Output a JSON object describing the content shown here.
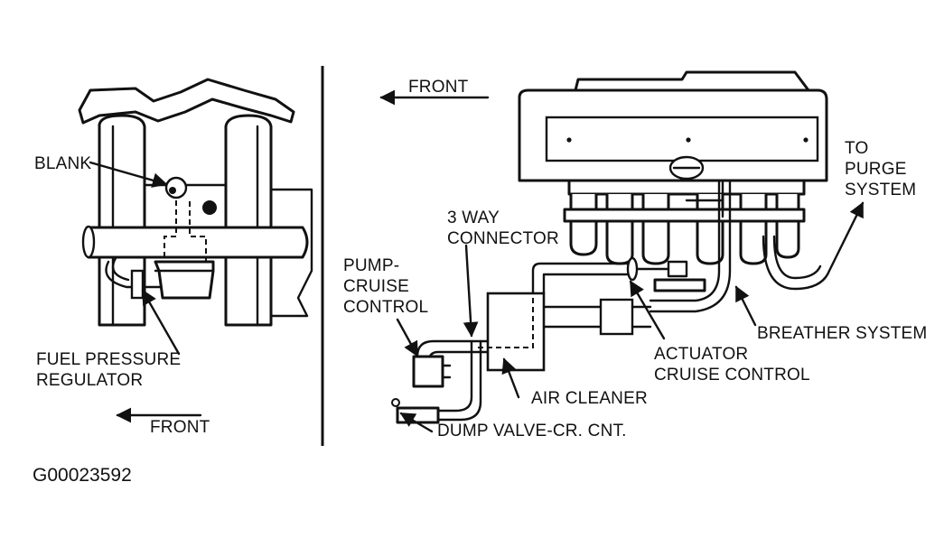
{
  "diagram": {
    "figure_id": "G00023592",
    "left_panel": {
      "labels": {
        "blank": "BLANK",
        "fuel_pressure_regulator_line1": "FUEL PRESSURE",
        "fuel_pressure_regulator_line2": "REGULATOR",
        "front": "FRONT"
      }
    },
    "right_panel": {
      "labels": {
        "front": "FRONT",
        "to_purge_line1": "TO",
        "to_purge_line2": "PURGE",
        "to_purge_line3": "SYSTEM",
        "three_way_line1": "3 WAY",
        "three_way_line2": "CONNECTOR",
        "pump_line1": "PUMP-",
        "pump_line2": "CRUISE",
        "pump_line3": "CONTROL",
        "breather_system": "BREATHER SYSTEM",
        "actuator_line1": "ACTUATOR",
        "actuator_line2": "CRUISE CONTROL",
        "air_cleaner": "AIR CLEANER",
        "dump_valve": "DUMP VALVE-CR. CNT."
      }
    }
  }
}
